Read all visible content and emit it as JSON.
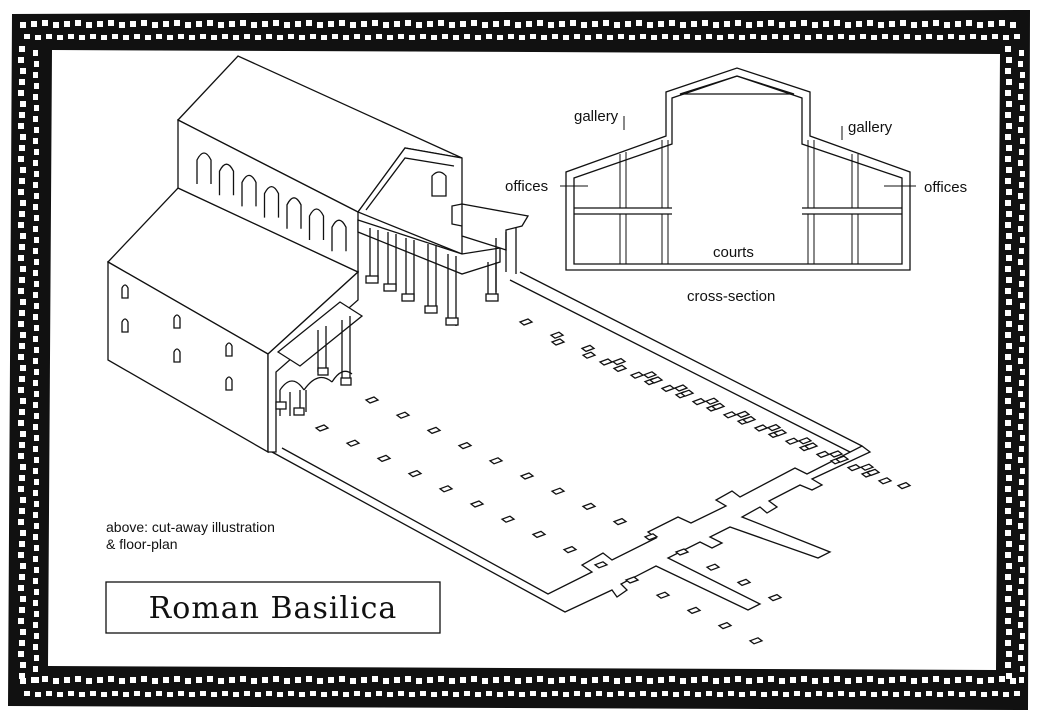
{
  "title": "Roman Basilica",
  "caption_line1": "above: cut-away illustration",
  "caption_line2": "& floor-plan",
  "cross_section": {
    "caption": "cross-section",
    "labels": {
      "gallery_left": "gallery",
      "gallery_right": "gallery",
      "offices_left": "offices",
      "offices_right": "offices",
      "courts": "courts"
    }
  },
  "colors": {
    "ink": "#111111",
    "paper": "#ffffff"
  }
}
